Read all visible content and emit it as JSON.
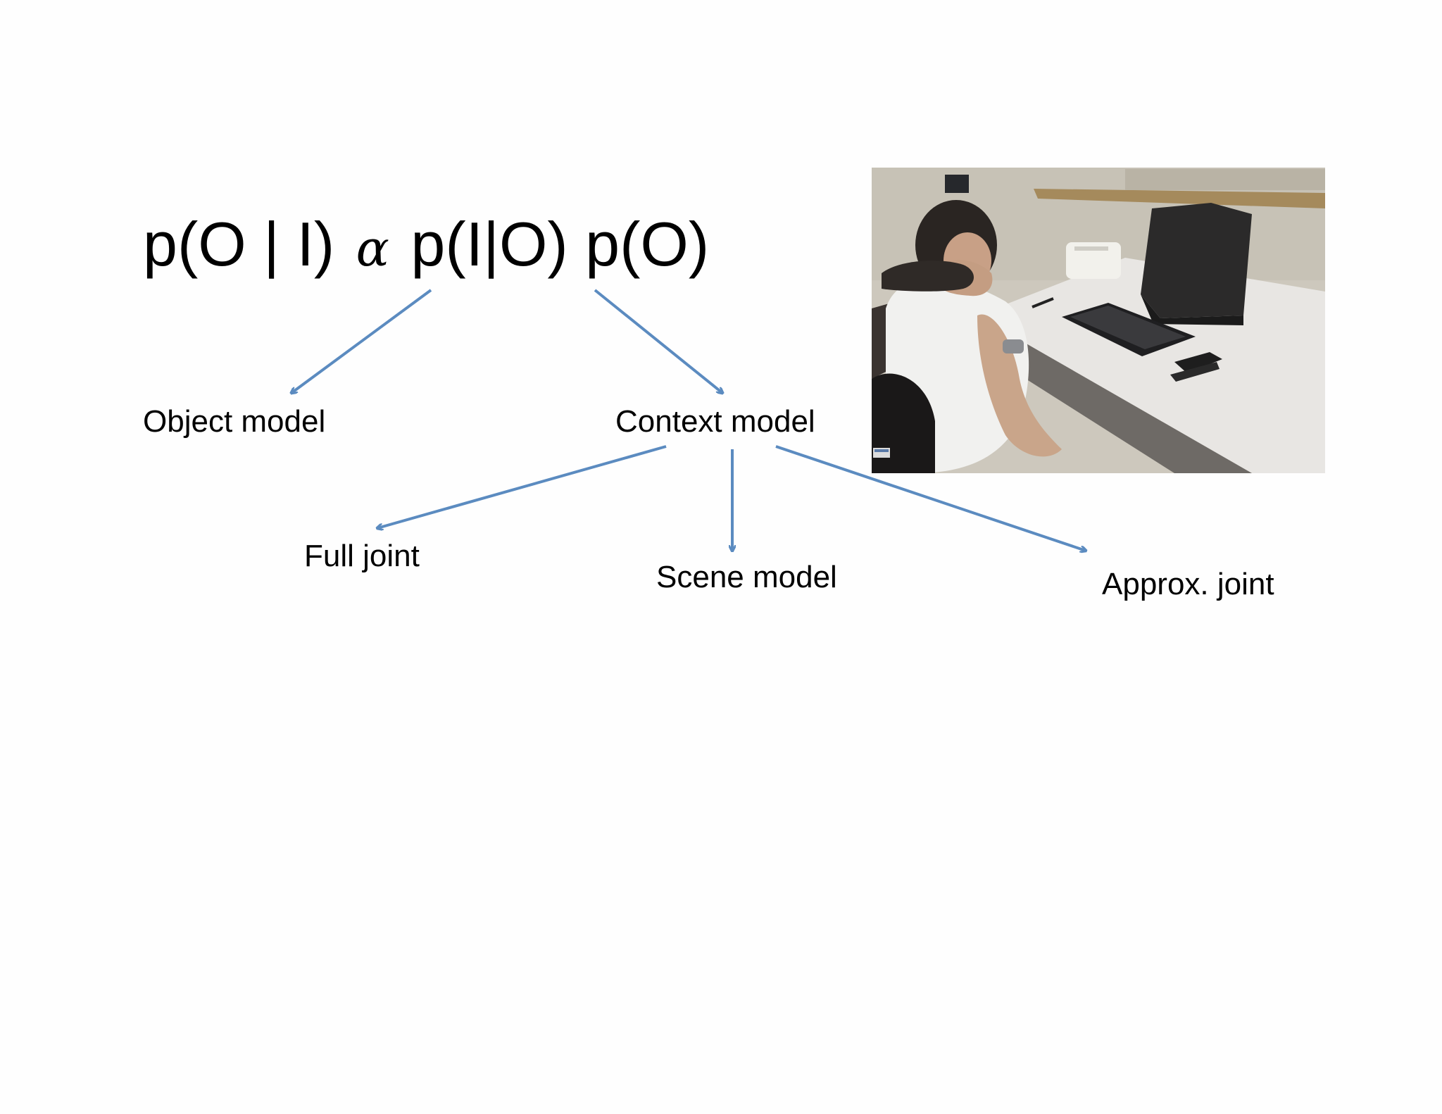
{
  "formula": {
    "lhs": "p(O | I)",
    "proportional": "α",
    "rhs": "p(I|O) p(O)"
  },
  "nodes": {
    "object_model": "Object model",
    "context_model": "Context model",
    "full_joint": "Full joint",
    "scene_model": "Scene model",
    "approx_joint": "Approx. joint"
  },
  "colors": {
    "arrow": "#5b8bc0",
    "text": "#000000",
    "background": "#fefefe"
  },
  "photo": {
    "depicts": "man-on-phone-at-desk"
  }
}
